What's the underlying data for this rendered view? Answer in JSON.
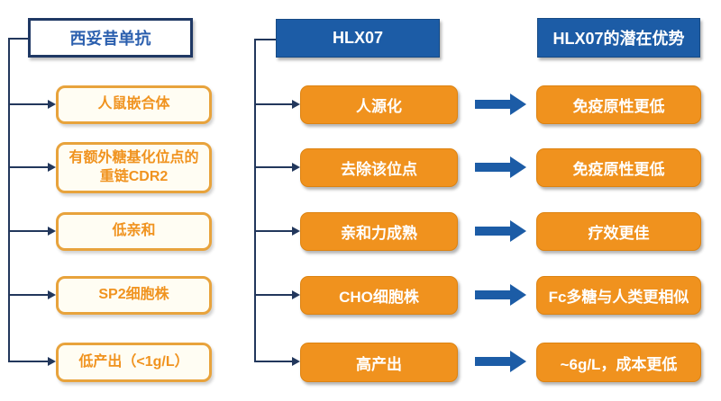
{
  "diagram": {
    "title_note": "Cetuximab vs HLX07 comparison flow diagram",
    "columns": [
      {
        "id": "cetuximab",
        "header": "西妥昔单抗",
        "items": [
          "人鼠嵌合体",
          "有额外糖基化位点的重链CDR2",
          "低亲和",
          "SP2细胞株",
          "低产出（<1g/L）"
        ]
      },
      {
        "id": "hlx07",
        "header": "HLX07",
        "items": [
          "人源化",
          "去除该位点",
          "亲和力成熟",
          "CHO细胞株",
          "高产出"
        ]
      },
      {
        "id": "advantages",
        "header": "HLX07的潜在优势",
        "items": [
          "免疫原性更低",
          "免疫原性更低",
          "疗效更佳",
          "Fc多糖与人类更相似",
          "~6g/L，成本更低"
        ]
      }
    ],
    "colors": {
      "blue": "#1c5ca6",
      "navy_border": "#1f3864",
      "header_text_blue": "#2b5fae",
      "orange": "#f0921e",
      "orange_border": "#e8a33c",
      "orange_text": "#f0931f",
      "cream": "#fffdf3",
      "connector": "#22375c"
    }
  }
}
